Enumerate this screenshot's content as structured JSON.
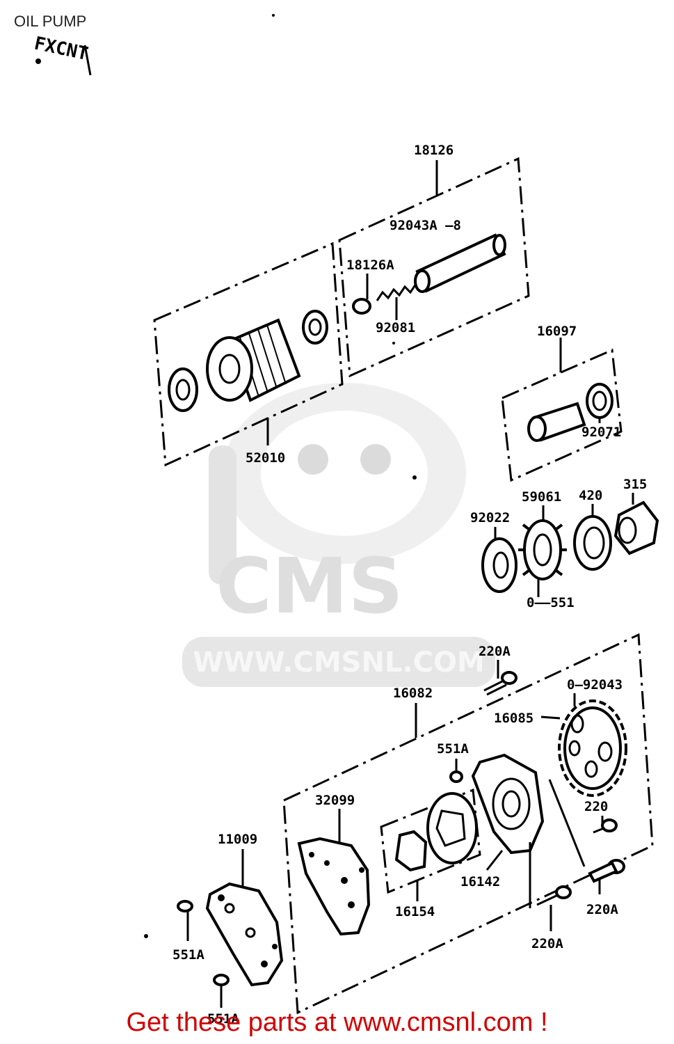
{
  "header": {
    "title": "OIL PUMP",
    "stamp": "FXCNT"
  },
  "watermark": {
    "brand": "CMS",
    "url": "WWW.CMSNL.COM"
  },
  "labels": {
    "p18126": "18126",
    "p92043A_8": "92043A —8",
    "p18126A": "18126A",
    "p92081": "92081",
    "p52010": "52010",
    "p16097": "16097",
    "p92071": "92071",
    "p92022": "92022",
    "p59061": "59061",
    "p420": "420",
    "p315": "315",
    "p551": "0——551",
    "p220A_top": "220A",
    "p92043": "0—92043",
    "p16082": "16082",
    "p16085": "16085",
    "p551A_mid": "551A",
    "p32099": "32099",
    "p11009": "11009",
    "p220": "220",
    "p16154": "16154",
    "p16142": "16142",
    "p220A_right": "220A",
    "p220A_bottom": "220A",
    "p551A_left": "551A",
    "p551A_bottom": "551A"
  },
  "footer": {
    "text": "Get these parts at www.cmsnl.com !"
  }
}
